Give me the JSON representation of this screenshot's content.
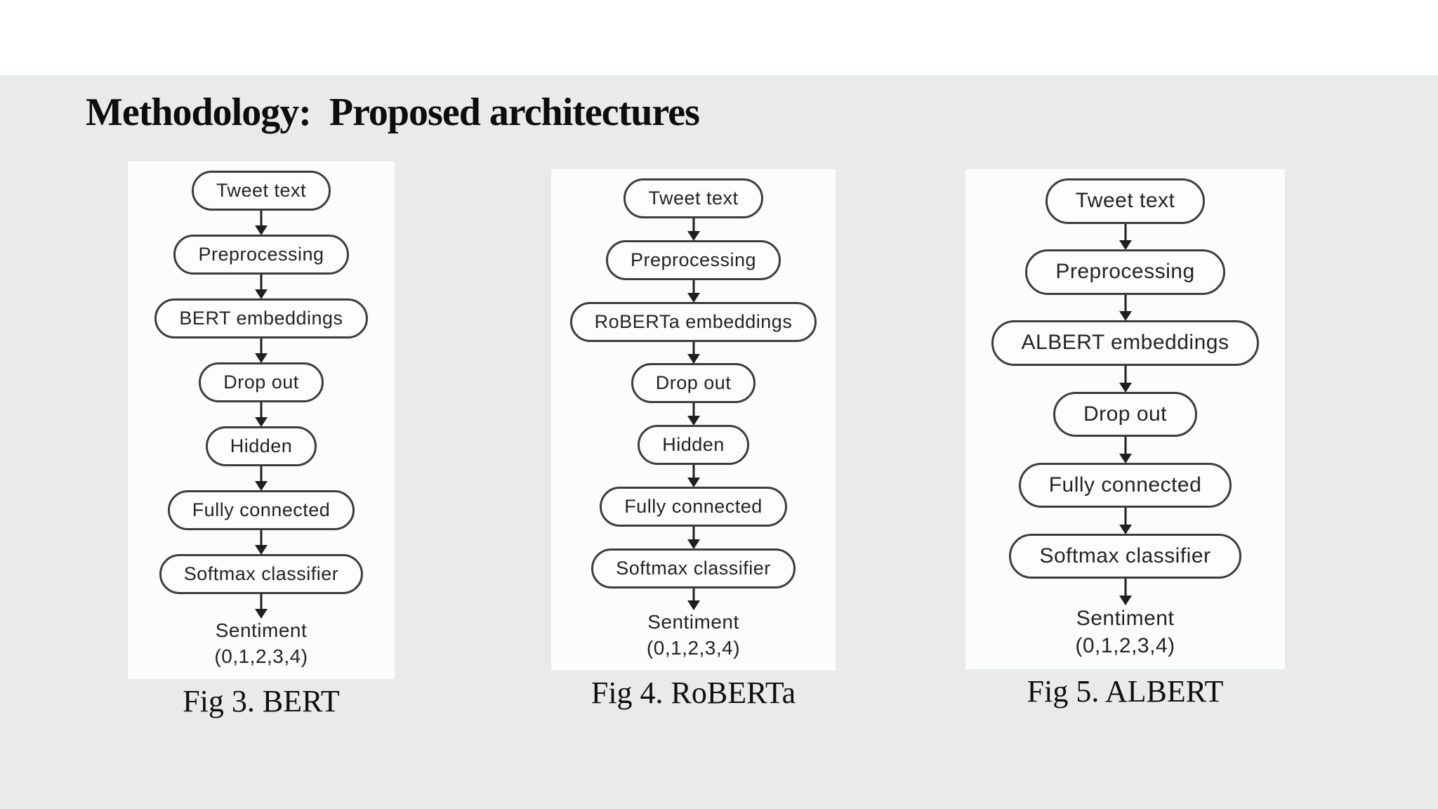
{
  "slide": {
    "title": "Methodology:  Proposed architectures"
  },
  "figures": [
    {
      "caption": "Fig 3. BERT",
      "nodes": [
        "Tweet text",
        "Preprocessing",
        "BERT embeddings",
        "Drop out",
        "Hidden",
        "Fully connected",
        "Softmax classifier"
      ],
      "output": [
        "Sentiment",
        "(0,1,2,3,4)"
      ]
    },
    {
      "caption": "Fig 4. RoBERTa",
      "nodes": [
        "Tweet text",
        "Preprocessing",
        "RoBERTa embeddings",
        "Drop out",
        "Hidden",
        "Fully connected",
        "Softmax classifier"
      ],
      "output": [
        "Sentiment",
        "(0,1,2,3,4)"
      ]
    },
    {
      "caption": "Fig 5. ALBERT",
      "nodes": [
        "Tweet text",
        "Preprocessing",
        "ALBERT embeddings",
        "Drop out",
        "Fully connected",
        "Softmax classifier"
      ],
      "output": [
        "Sentiment",
        "(0,1,2,3,4)"
      ]
    }
  ],
  "colors": {
    "slide_background": "#e9eaea",
    "top_strip": "#ffffff",
    "panel_background": "#fcfcfd",
    "node_border": "#3d3d3d",
    "arrow": "#1f1f1f",
    "text": "#232323"
  }
}
